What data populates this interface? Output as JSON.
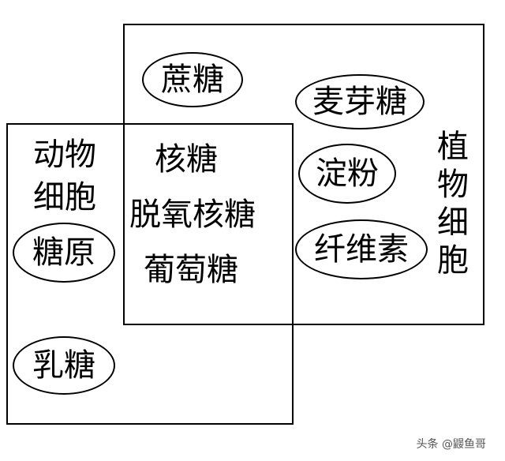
{
  "plant_cell_label": "植物细胞",
  "animal_cell_label_line1": "动物",
  "animal_cell_label_line2": "细胞",
  "shared_sugars": [
    "核糖",
    "脱氧核糖",
    "葡萄糖"
  ],
  "plant_only_sugars": [
    "蔗糖",
    "麦芽糖",
    "淀粉",
    "纤维素"
  ],
  "animal_only_sugars": [
    "糖原",
    "乳糖"
  ],
  "watermark": "头条 @鼹鱼哥"
}
